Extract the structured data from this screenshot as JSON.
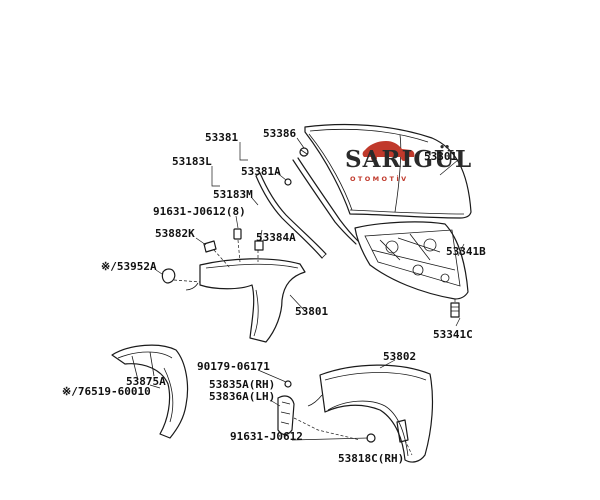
{
  "watermark": {
    "name": "SARIGÜL",
    "tagline": "OTOMOTİV",
    "accent_color": "#c0392b"
  },
  "labels": {
    "p53301": "53301",
    "p53386": "53386",
    "p53381": "53381",
    "p53381A": "53381A",
    "p53183L": "53183L",
    "p53183M": "53183M",
    "p91631a": "91631-J0612(8)",
    "p53384A": "53384A",
    "p53882K": "53882K",
    "p53952A": "※/53952A",
    "p53341B": "53341B",
    "p53341C": "53341C",
    "p53801": "53801",
    "p53802": "53802",
    "p90179": "90179-06171",
    "p53835A": "53835A(RH)",
    "p53836A": "53836A(LH)",
    "p91631b": "91631-J0612",
    "p76519": "※/76519-60010",
    "p53875A": "53875A",
    "p53818C": "53818C(RH)"
  }
}
